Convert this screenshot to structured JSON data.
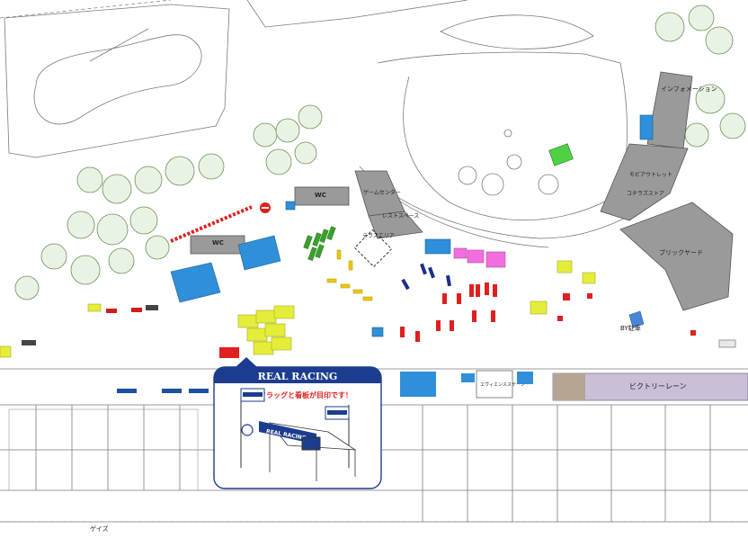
{
  "labels": {
    "info": "インフォメーション",
    "mobility": "モビアウトレット",
    "collections": "コチラズストア",
    "game_center": "ゲームセンター",
    "rest_space": "レストスペース",
    "terrace": "テラスエリア",
    "wc_1": "WC",
    "wc_2": "WC",
    "brick": "ブリックヤード",
    "by_label": "BY駐車",
    "victory": "ビクトリーレーン",
    "stage": "エヴィエンスステージ",
    "gate": "ゲイズ",
    "pit_banner": "フラッグと看板が目印です！",
    "real_racing": "REAL RACING",
    "tent_text": "REAL RACING"
  },
  "colors": {
    "blue_tent": "#2f8fd8",
    "green_tent": "#3aa12d",
    "yellow_tent": "#e4ee3a",
    "magenta_tent": "#f26de0",
    "red_tent": "#e01f1f",
    "navy_tent": "#1f2f8a",
    "building": "#9a9a9a",
    "brand_blue": "#1c3d8f"
  }
}
